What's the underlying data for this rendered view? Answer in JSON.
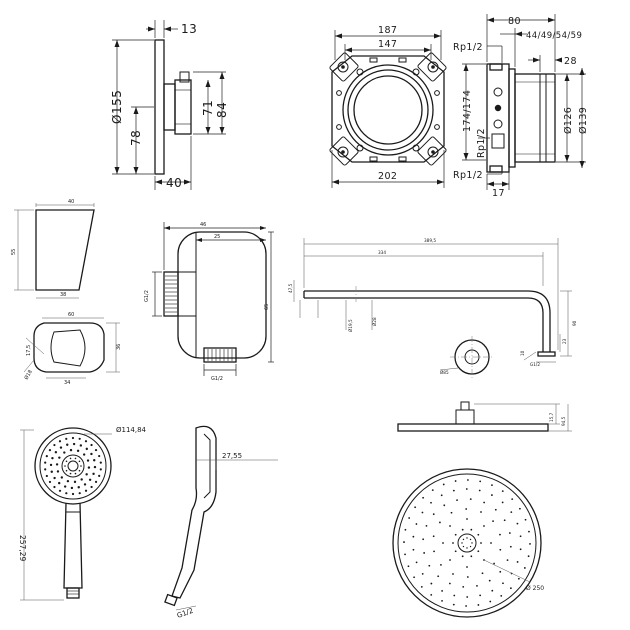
{
  "colors": {
    "line": "#1a1a1a",
    "background": "#ffffff"
  },
  "thermostat_front": {
    "dim_diameter": "Ø155",
    "dim_depth_top": "13",
    "dim_depth_bottom": "40",
    "dim_78": "78",
    "dim_71": "71",
    "dim_84": "84"
  },
  "mounting_plate": {
    "dim_187": "187",
    "dim_147": "147",
    "dim_202": "202"
  },
  "body_side": {
    "dim_80": "80",
    "dim_variants": "44/49/54/59",
    "dim_28": "28",
    "dim_rp_top": "Rp1/2",
    "dim_rp_mid": "Rp1/2",
    "dim_rp_bottom": "Rp1/2",
    "dim_174": "174/174",
    "dim_d126": "Ø126",
    "dim_d139": "Ø139",
    "dim_17": "17"
  },
  "holder_side": {
    "dim_top": "40",
    "dim_left": "55",
    "dim_bottom": "38"
  },
  "holder_front": {
    "dim_top": "60",
    "dim_right": "36",
    "dim_left_a": "17,5",
    "dim_left_b": "Ø18",
    "dim_bottom": "34"
  },
  "wall_outlet": {
    "dim_top": "46",
    "dim_inner": "25",
    "dim_thread_side": "G1/2",
    "dim_height": "65",
    "dim_thread_bottom": "G1/2"
  },
  "shower_arm": {
    "dim_overall": "389,5",
    "dim_arm": "334",
    "dim_depth": "47,5",
    "dim_d1": "Ø19,5",
    "dim_d2": "Ø28",
    "dim_drop": "90",
    "dim_thread": "G1/2",
    "dim_small": "23",
    "dim_flange": "Ø85",
    "dim_end": "10"
  },
  "hand_shower": {
    "dim_head": "Ø114,84",
    "dim_length": "257,29",
    "dim_depth": "27,55",
    "dim_thread": "G1/2"
  },
  "overhead_shower": {
    "dim_a": "15,7",
    "dim_b": "94,5",
    "dim_diameter": "Ø 250"
  }
}
